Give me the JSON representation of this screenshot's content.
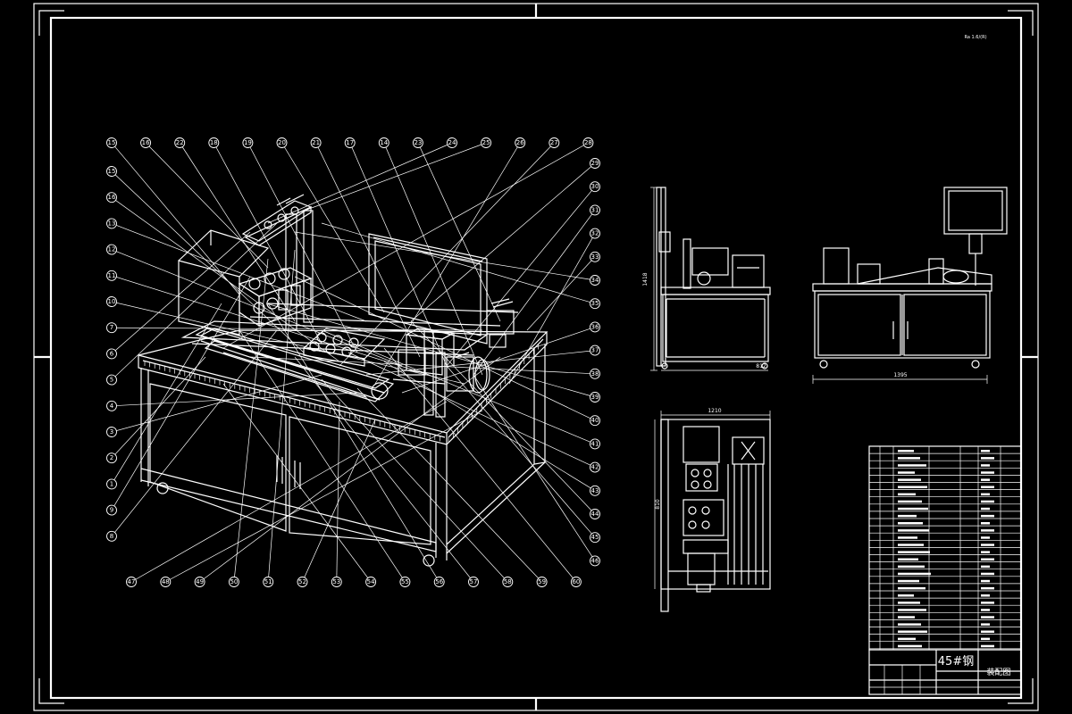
{
  "drawing": {
    "scale_note": "Ra 1.6/(R)",
    "material": "45#钢",
    "drawing_name": "装配图",
    "balloons_top": [
      "15",
      "16",
      "22",
      "18",
      "19",
      "20",
      "21",
      "17",
      "14",
      "23",
      "24",
      "25",
      "26",
      "27",
      "28"
    ],
    "balloons_left": [
      "15",
      "16",
      "13",
      "12",
      "11",
      "10",
      "7",
      "6",
      "5",
      "4",
      "3",
      "2",
      "1",
      "9",
      "8"
    ],
    "balloons_right": [
      "29",
      "30",
      "31",
      "32",
      "33",
      "34",
      "35",
      "36",
      "37",
      "38",
      "39",
      "40",
      "41",
      "42",
      "43",
      "44",
      "45",
      "46"
    ],
    "balloons_bottom": [
      "47",
      "48",
      "49",
      "50",
      "51",
      "52",
      "53",
      "54",
      "55",
      "56",
      "57",
      "58",
      "59",
      "60"
    ],
    "dimensions": {
      "side_height": "1418",
      "side_width": "812",
      "front_width": "1395",
      "plan_width": "1210",
      "plan_height": "810"
    }
  }
}
